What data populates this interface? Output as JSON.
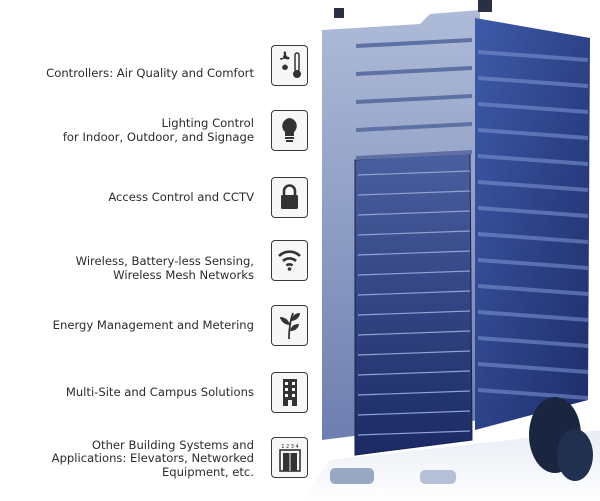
{
  "features": [
    {
      "lines": [
        "Controllers: Air Quality and Comfort"
      ],
      "icon": "fan-thermometer-icon"
    },
    {
      "lines": [
        "Lighting Control",
        "for Indoor, Outdoor, and Signage"
      ],
      "icon": "lightbulb-icon"
    },
    {
      "lines": [
        "Access Control and CCTV"
      ],
      "icon": "padlock-icon"
    },
    {
      "lines": [
        "Wireless, Battery-less Sensing,",
        "Wireless Mesh Networks"
      ],
      "icon": "wifi-icon"
    },
    {
      "lines": [
        "Energy Management and Metering"
      ],
      "icon": "plant-leaf-icon"
    },
    {
      "lines": [
        "Multi-Site and Campus Solutions"
      ],
      "icon": "office-building-icon"
    },
    {
      "lines": [
        "Other Building Systems and",
        "Applications: Elevators, Networked",
        "Equipment, etc."
      ],
      "icon": "elevator-icon"
    }
  ],
  "elevator_floor_numbers": "1 2 3 4",
  "colors": {
    "building_light": "#c9d3e6",
    "building_mid": "#8a9cc6",
    "building_dark": "#1d2d6a",
    "glass": "#2b3f86",
    "label_text": "#2b2b2b",
    "icon_stroke": "#3a3a3a"
  }
}
